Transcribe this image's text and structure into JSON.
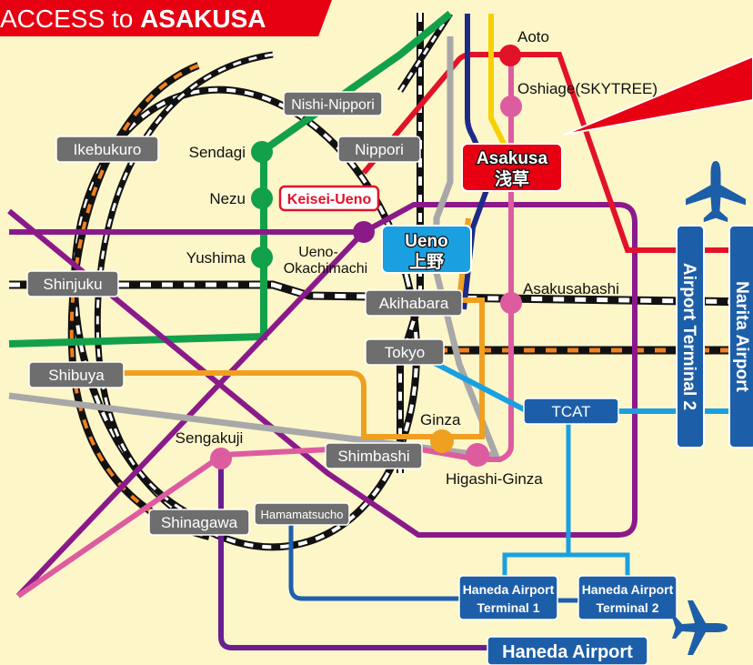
{
  "title": {
    "prefix": "ACCESS to ",
    "name": "ASAKUSA"
  },
  "colors": {
    "background": "#fdf6c9",
    "title_bg": "#e60012",
    "station_box": "#6e6e6e",
    "hub_blue": "#1d6fb8",
    "jr_loop": "#111111",
    "line_green": "#12a04a",
    "line_purple": "#8a1a8a",
    "line_red": "#e2122a",
    "line_orange": "#f0a020",
    "line_pink": "#dd5ca0",
    "line_gray": "#a8a8a8",
    "line_yellow": "#f7d000",
    "line_navy": "#1e2a8a",
    "line_lightblue": "#1aa0e0",
    "line_blue": "#1e5fae"
  },
  "icons": [
    "airplane-icon",
    "airplane-icon",
    "speech-pointer"
  ],
  "stations": {
    "aoto": "Aoto",
    "oshiage": "Oshiage(SKYTREE)",
    "nishi_nippori": "Nishi-Nippori",
    "nippori": "Nippori",
    "ikebukuro": "Ikebukuro",
    "sendagi": "Sendagi",
    "nezu": "Nezu",
    "keisei_ueno": "Keisei-Ueno",
    "yushima": "Yushima",
    "ueno_okachimachi_1": "Ueno-",
    "ueno_okachimachi_2": "Okachimachi",
    "shinjuku": "Shinjuku",
    "akihabara": "Akihabara",
    "asakusabashi": "Asakusabashi",
    "tokyo": "Tokyo",
    "shibuya": "Shibuya",
    "tcat": "TCAT",
    "ginza": "Ginza",
    "sengakuji": "Sengakuji",
    "shimbashi": "Shimbashi",
    "higashi_ginza": "Higashi-Ginza",
    "shinagawa": "Shinagawa",
    "hamamatsucho": "Hamamatsucho"
  },
  "hubs": {
    "asakusa_en": "Asakusa",
    "asakusa_ja": "浅草",
    "ueno_en": "Ueno",
    "ueno_ja": "上野",
    "airport_terminal_2": "Airport Terminal 2",
    "narita_airport": "Narita Airport",
    "haneda_t1_line1": "Haneda Airport",
    "haneda_t1_line2": "Terminal 1",
    "haneda_t2_line1": "Haneda Airport",
    "haneda_t2_line2": "Terminal 2",
    "haneda_airport": "Haneda Airport"
  }
}
